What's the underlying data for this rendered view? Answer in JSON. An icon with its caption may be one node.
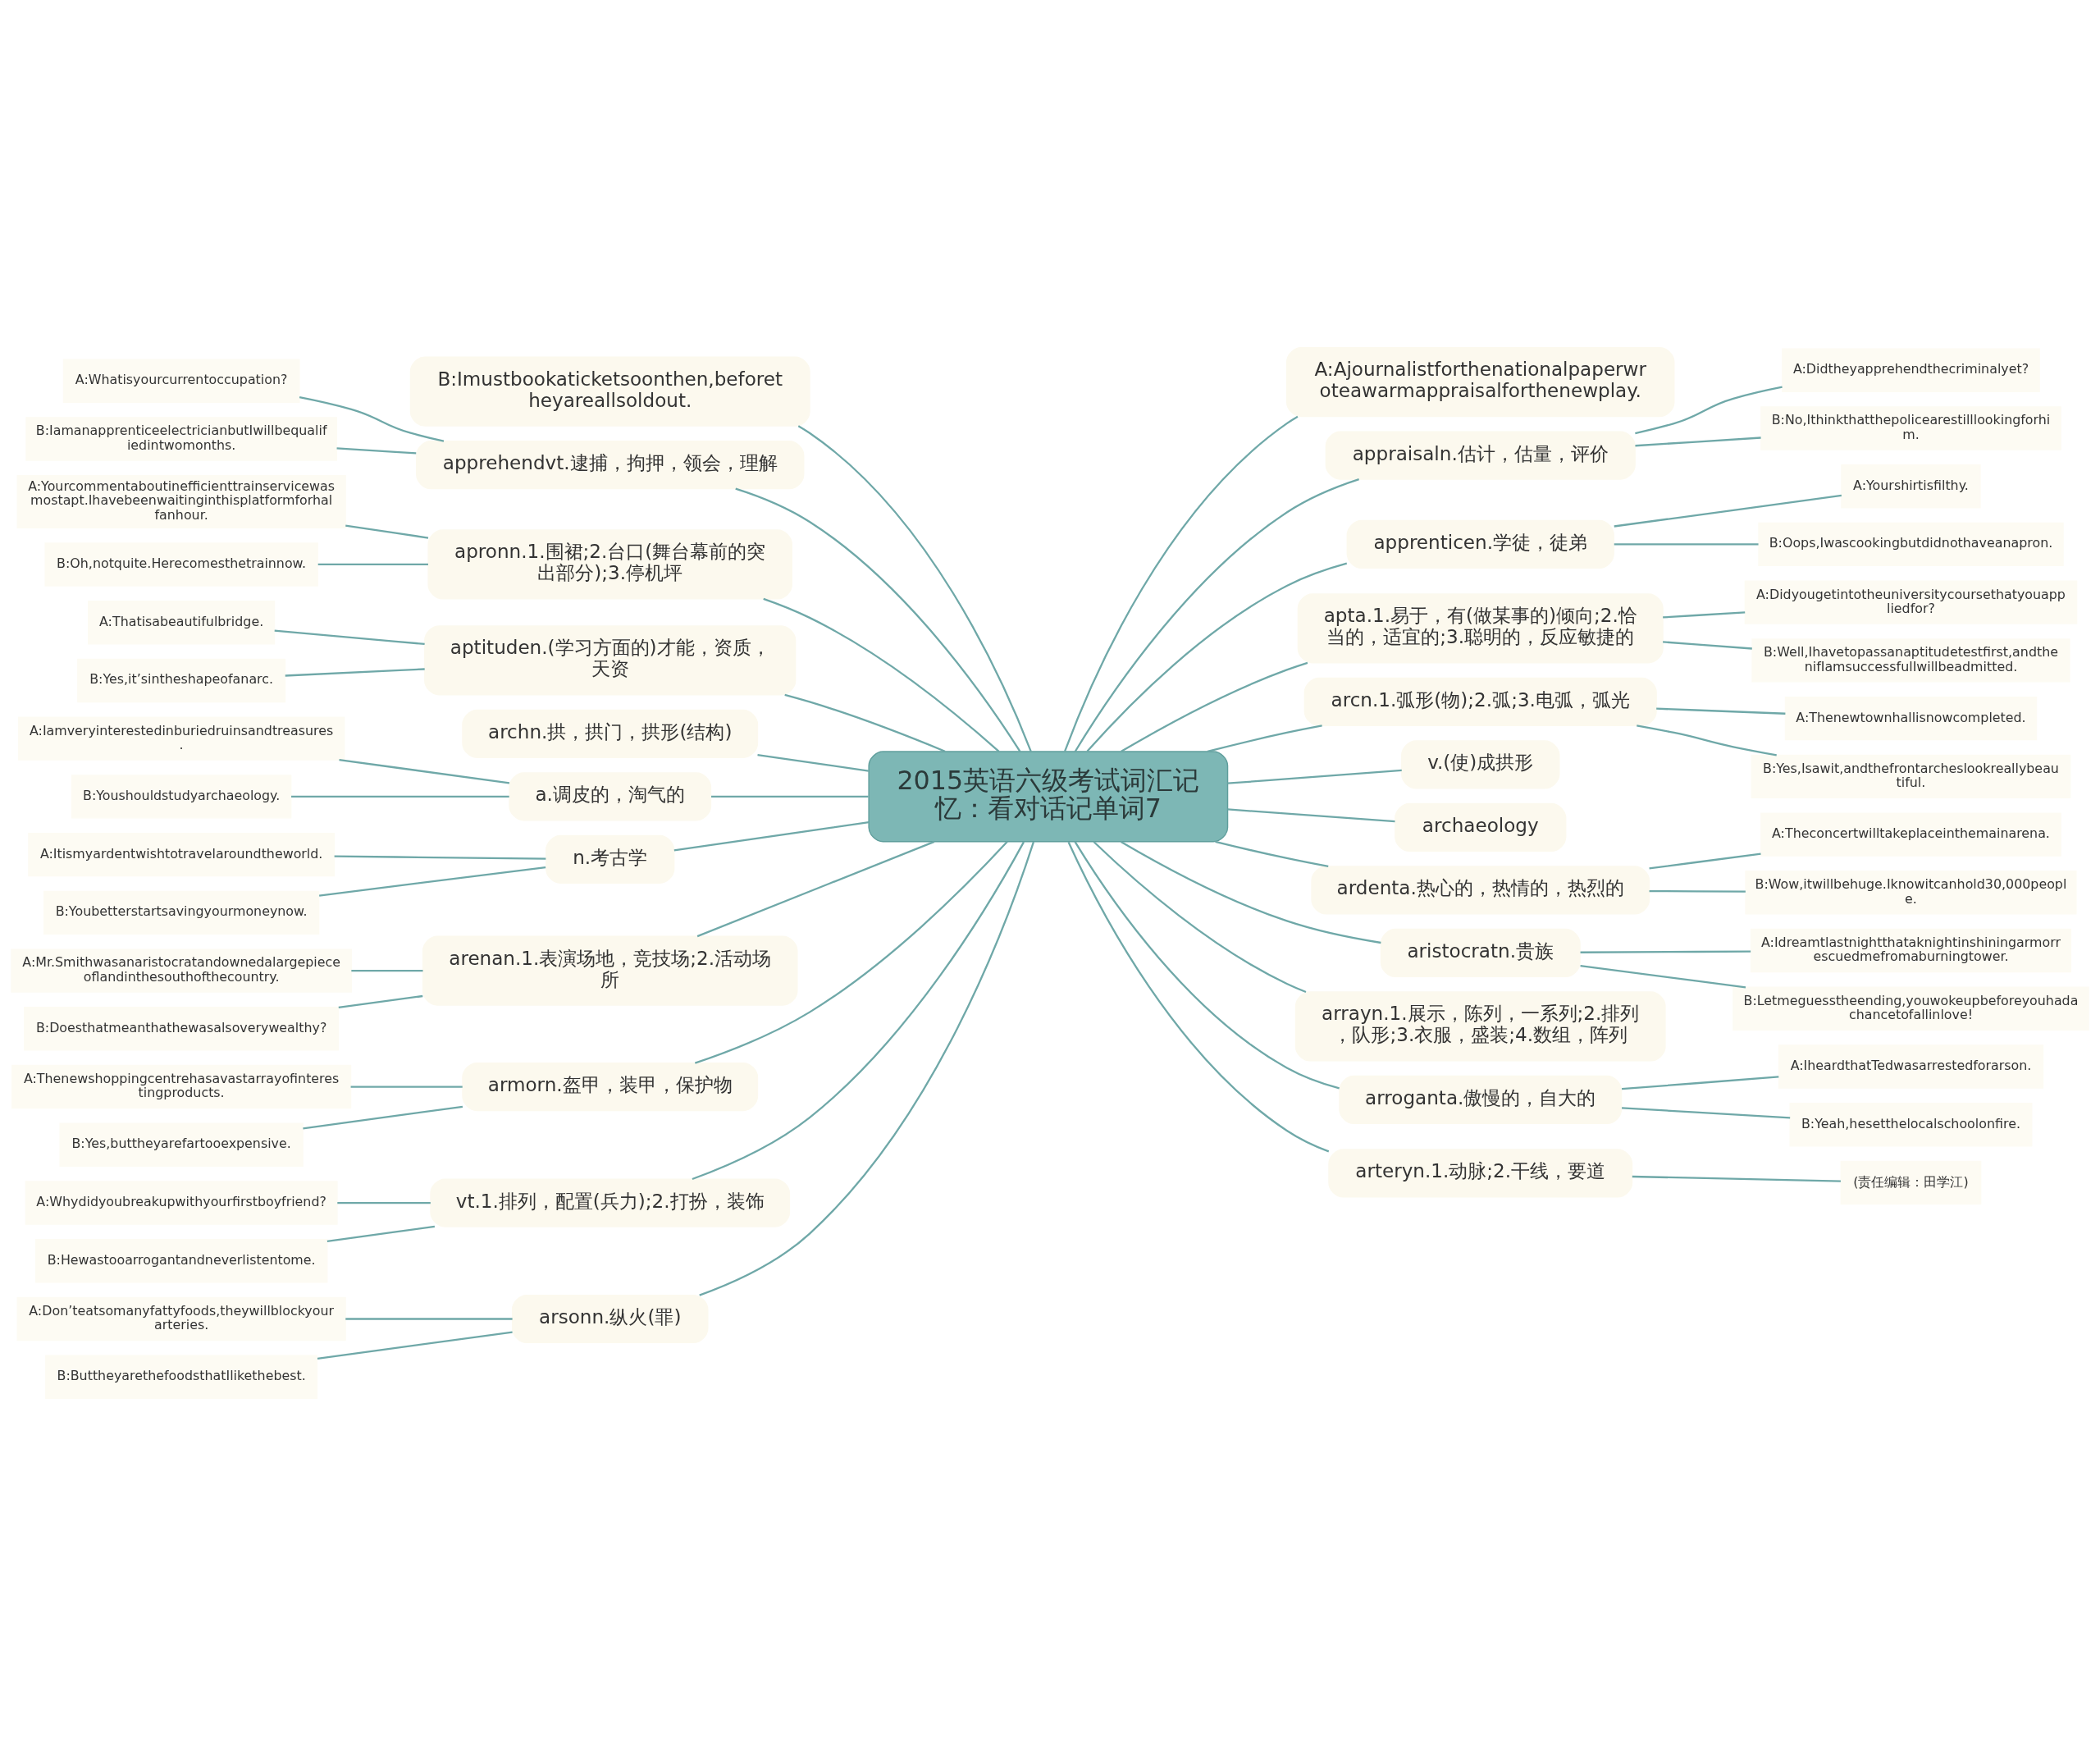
{
  "diagram": {
    "nodes": [
      {
        "text": [
          "2015英语六级考试词汇记忆：看对话记单词7"
        ]
      },
      {
        "text": [
          "B:Imustbookaticketsoonthen,beforetheyareallsoldout."
        ]
      },
      {
        "text": [
          "apprehendvt.逮捕，拘押，领会，理解"
        ]
      },
      {
        "text": [
          "A:Whatisyourcurrentoccupation?"
        ]
      },
      {
        "text": [
          "B:IamanapprenticeelectricianbutIwillbequalifiedintwomonths."
        ]
      },
      {
        "text": [
          "apronn.1.围裙;2.台口(舞台幕前的突出部分);3.停机坪"
        ]
      },
      {
        "text": [
          "A:Yourcommentaboutinefficienttrainservicewasmostapt.Ihavebeenwaitinginthisplatformforhalfanhour."
        ]
      },
      {
        "text": [
          "B:Oh,notquite.Herecomesthetrainnow."
        ]
      },
      {
        "text": [
          "aptituden.(学习方面的)才能，资质，天资"
        ]
      },
      {
        "text": [
          "A:Thatisabeautifulbridge."
        ]
      },
      {
        "text": [
          "B:Yes,it’sintheshapeofanarc."
        ]
      },
      {
        "text": [
          "archn.拱，拱门，拱形(结构)"
        ]
      },
      {
        "text": [
          "a.调皮的，淘气的"
        ]
      },
      {
        "text": [
          "A:Iamveryinterestedinburiedruinsandtreasures."
        ]
      },
      {
        "text": [
          "B:Youshouldstudyarchaeology."
        ]
      },
      {
        "text": [
          "n.考古学"
        ]
      },
      {
        "text": [
          "A:Itismyardentwishtotravelaroundtheworld."
        ]
      },
      {
        "text": [
          "B:Youbetterstartsavingyourmoneynow."
        ]
      },
      {
        "text": [
          "arenan.1.表演场地，竞技场;2.活动场所"
        ]
      },
      {
        "text": [
          "A:Mr.Smithwasanaristocratandownedalargepieceoflandinthesouthofthecountry."
        ]
      },
      {
        "text": [
          "B:Doesthatmeanthathewasalsoverywealthy?"
        ]
      },
      {
        "text": [
          "armorn.盔甲，装甲，保护物"
        ]
      },
      {
        "text": [
          "A:Thenewshoppingcentrehasavastarrayofinterestingproducts."
        ]
      },
      {
        "text": [
          "B:Yes,buttheyarefartooexpensive."
        ]
      },
      {
        "text": [
          "vt.1.排列，配置(兵力);2.打扮，装饰"
        ]
      },
      {
        "text": [
          "A:Whydidyoubreakupwithyourfirstboyfriend?"
        ]
      },
      {
        "text": [
          "B:Hewastooarrogantandneverlistentome."
        ]
      },
      {
        "text": [
          "arsonn.纵火(罪)"
        ]
      },
      {
        "text": [
          "A:Don’teatsomanyfattyfoods,theywillblockyourarteries."
        ]
      },
      {
        "text": [
          "B:ButtheyarethefoodsthatIlikethebest."
        ]
      },
      {
        "text": [
          "A:Ajournalistforthenationalpaperwroteawarmappraisalforthenewplay."
        ]
      },
      {
        "text": [
          "appraisaln.估计，估量，评价"
        ]
      },
      {
        "text": [
          "A:Didtheyapprehendthecriminalyet?"
        ]
      },
      {
        "text": [
          "B:No,Ithinkthatthepolicearestilllookingforhim."
        ]
      },
      {
        "text": [
          "apprenticen.学徒，徒弟"
        ]
      },
      {
        "text": [
          "A:Yourshirtisfilthy."
        ]
      },
      {
        "text": [
          "B:Oops,Iwascookingbutdidnothaveanapron."
        ]
      },
      {
        "text": [
          "apta.1.易于，有(做某事的)倾向;2.恰当的，适宜的;3.聪明的，反应敏捷的"
        ]
      },
      {
        "text": [
          "A:Didyougetintotheuniversitycoursethatyouappliedfor?"
        ]
      },
      {
        "text": [
          "B:Well,Ihavetopassanaptitudetestfirst,andthenifIamsuccessfulIwillbeadmitted."
        ]
      },
      {
        "text": [
          "arcn.1.弧形(物);2.弧;3.电弧，弧光"
        ]
      },
      {
        "text": [
          "A:Thenewtownhallisnowcompleted."
        ]
      },
      {
        "text": [
          "B:Yes,Isawit,andthefrontarcheslookreallybeautiful."
        ]
      },
      {
        "text": [
          "v.(使)成拱形"
        ]
      },
      {
        "text": [
          "archaeology"
        ]
      },
      {
        "text": [
          "ardenta.热心的，热情的，热烈的"
        ]
      },
      {
        "text": [
          "A:Theconcertwilltakeplaceinthemainarena."
        ]
      },
      {
        "text": [
          "B:Wow,itwillbehuge.Iknowitcanhold30,000people."
        ]
      },
      {
        "text": [
          "aristocratn.贵族"
        ]
      },
      {
        "text": [
          "A:Idreamtlastnightthataknightinshiningarmorrescuedmefromaburningtower."
        ]
      },
      {
        "text": [
          "B:Letmeguesstheending,youwokeupbeforeyouhadachancetofallinlove!"
        ]
      },
      {
        "text": [
          "arrayn.1.展示，陈列，一系列;2.排列，队形;3.衣服，盛装;4.数组，阵列"
        ]
      },
      {
        "text": [
          "arroganta.傲慢的，自大的"
        ]
      },
      {
        "text": [
          "A:IheardthatTedwasarrestedforarson."
        ]
      },
      {
        "text": [
          "B:Yeah,hesetthelocalschoolonfire."
        ]
      },
      {
        "text": [
          "arteryn.1.动脉;2.干线，要道"
        ]
      },
      {
        "text": [
          "(责任编辑：田学江)"
        ]
      }
    ],
    "edges": [
      {
        "from": 0,
        "to": 1,
        "arrow": "none"
      },
      {
        "from": 0,
        "to": 2,
        "arrow": "none"
      },
      {
        "from": 2,
        "to": 3,
        "arrow": "none"
      },
      {
        "from": 2,
        "to": 4,
        "arrow": "none"
      },
      {
        "from": 0,
        "to": 5,
        "arrow": "none"
      },
      {
        "from": 5,
        "to": 6,
        "arrow": "none"
      },
      {
        "from": 5,
        "to": 7,
        "arrow": "none"
      },
      {
        "from": 0,
        "to": 8,
        "arrow": "none"
      },
      {
        "from": 8,
        "to": 9,
        "arrow": "none"
      },
      {
        "from": 8,
        "to": 10,
        "arrow": "none"
      },
      {
        "from": 0,
        "to": 11,
        "arrow": "none"
      },
      {
        "from": 0,
        "to": 12,
        "arrow": "none"
      },
      {
        "from": 12,
        "to": 13,
        "arrow": "none"
      },
      {
        "from": 12,
        "to": 14,
        "arrow": "none"
      },
      {
        "from": 0,
        "to": 15,
        "arrow": "none"
      },
      {
        "from": 15,
        "to": 16,
        "arrow": "none"
      },
      {
        "from": 15,
        "to": 17,
        "arrow": "none"
      },
      {
        "from": 0,
        "to": 18,
        "arrow": "none"
      },
      {
        "from": 18,
        "to": 19,
        "arrow": "none"
      },
      {
        "from": 18,
        "to": 20,
        "arrow": "none"
      },
      {
        "from": 0,
        "to": 21,
        "arrow": "none"
      },
      {
        "from": 21,
        "to": 22,
        "arrow": "none"
      },
      {
        "from": 21,
        "to": 23,
        "arrow": "none"
      },
      {
        "from": 0,
        "to": 24,
        "arrow": "none"
      },
      {
        "from": 24,
        "to": 25,
        "arrow": "none"
      },
      {
        "from": 24,
        "to": 26,
        "arrow": "none"
      },
      {
        "from": 0,
        "to": 27,
        "arrow": "none"
      },
      {
        "from": 27,
        "to": 28,
        "arrow": "none"
      },
      {
        "from": 27,
        "to": 29,
        "arrow": "none"
      },
      {
        "from": 0,
        "to": 30,
        "arrow": "none"
      },
      {
        "from": 0,
        "to": 31,
        "arrow": "none"
      },
      {
        "from": 31,
        "to": 32,
        "arrow": "none"
      },
      {
        "from": 31,
        "to": 33,
        "arrow": "none"
      },
      {
        "from": 0,
        "to": 34,
        "arrow": "none"
      },
      {
        "from": 34,
        "to": 35,
        "arrow": "none"
      },
      {
        "from": 34,
        "to": 36,
        "arrow": "none"
      },
      {
        "from": 0,
        "to": 37,
        "arrow": "none"
      },
      {
        "from": 37,
        "to": 38,
        "arrow": "none"
      },
      {
        "from": 37,
        "to": 39,
        "arrow": "none"
      },
      {
        "from": 0,
        "to": 40,
        "arrow": "none"
      },
      {
        "from": 40,
        "to": 41,
        "arrow": "none"
      },
      {
        "from": 40,
        "to": 42,
        "arrow": "none"
      },
      {
        "from": 0,
        "to": 43,
        "arrow": "none"
      },
      {
        "from": 0,
        "to": 44,
        "arrow": "none"
      },
      {
        "from": 0,
        "to": 45,
        "arrow": "none"
      },
      {
        "from": 45,
        "to": 46,
        "arrow": "none"
      },
      {
        "from": 45,
        "to": 47,
        "arrow": "none"
      },
      {
        "from": 0,
        "to": 48,
        "arrow": "none"
      },
      {
        "from": 48,
        "to": 49,
        "arrow": "none"
      },
      {
        "from": 48,
        "to": 50,
        "arrow": "none"
      },
      {
        "from": 0,
        "to": 51,
        "arrow": "none"
      },
      {
        "from": 0,
        "to": 52,
        "arrow": "none"
      },
      {
        "from": 52,
        "to": 53,
        "arrow": "none"
      },
      {
        "from": 52,
        "to": 54,
        "arrow": "none"
      },
      {
        "from": 0,
        "to": 55,
        "arrow": "none"
      },
      {
        "from": 55,
        "to": 56,
        "arrow": "none"
      }
    ]
  }
}
